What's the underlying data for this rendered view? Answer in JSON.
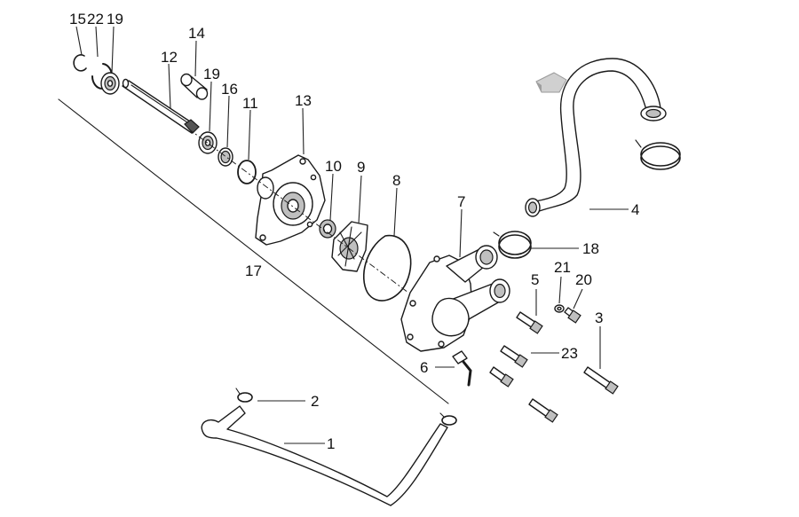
{
  "diagram": {
    "callouts": {
      "c1": "1",
      "c2": "2",
      "c3": "3",
      "c4": "4",
      "c5": "5",
      "c6": "6",
      "c7": "7",
      "c8": "8",
      "c9": "9",
      "c10": "10",
      "c11": "11",
      "c12": "12",
      "c13": "13",
      "c14": "14",
      "c15": "15",
      "c16": "16",
      "c17": "17",
      "c18": "18",
      "c19a": "19",
      "c19b": "19",
      "c20": "20",
      "c21": "21",
      "c22": "22",
      "c23": "23"
    },
    "colors": {
      "line": "#1a1a1a",
      "shade": "#bfbfbf",
      "background": "#ffffff"
    },
    "icons": {
      "direction": "front-direction-arrow-icon"
    }
  }
}
